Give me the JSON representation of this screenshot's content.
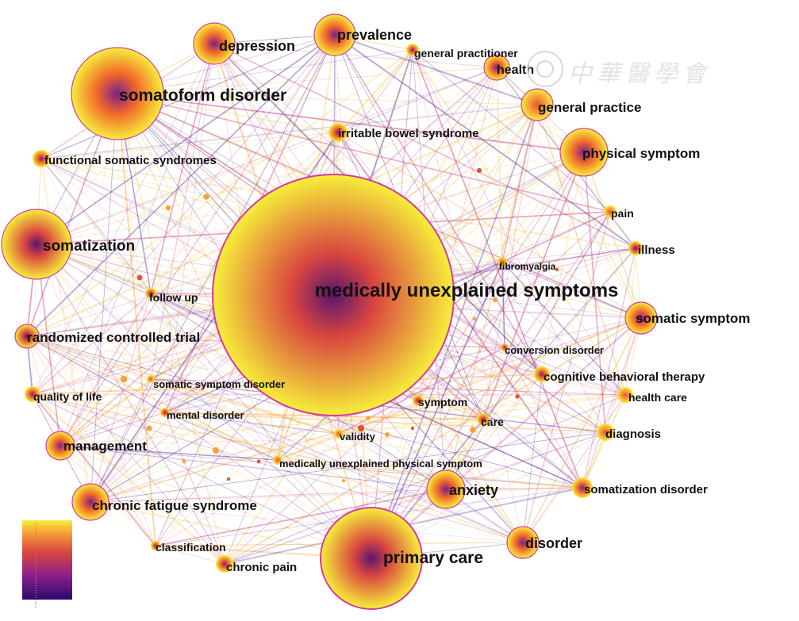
{
  "watermark": {
    "text": "中華醫學會"
  },
  "colors": {
    "edge_low": "#4b1a9a",
    "edge_mid": "#c0307a",
    "edge_high": "#f7a33a",
    "node_core": "#7a1f8a",
    "node_mid": "#f26a2a",
    "node_outer": "#f6ef3a",
    "node_ring": "#d63aa0"
  },
  "legend": {
    "type": "color-gradient",
    "from": "#2b0a6b",
    "via": "#d9463f",
    "to": "#f6ef3a"
  },
  "nodes": [
    {
      "label": "medically unexplained symptoms",
      "weight": 1.0,
      "tone": 0.15
    },
    {
      "label": "somatoform disorder",
      "weight": 0.42,
      "tone": 0.45
    },
    {
      "label": "somatization",
      "weight": 0.36,
      "tone": 0.2
    },
    {
      "label": "primary care",
      "weight": 0.4,
      "tone": 0.15
    },
    {
      "label": "depression",
      "weight": 0.22,
      "tone": 0.35
    },
    {
      "label": "prevalence",
      "weight": 0.22,
      "tone": 0.35
    },
    {
      "label": "general practitioner",
      "weight": 0.08,
      "tone": 0.5
    },
    {
      "label": "health",
      "weight": 0.12,
      "tone": 0.45
    },
    {
      "label": "general practice",
      "weight": 0.15,
      "tone": 0.6
    },
    {
      "label": "irritable bowel syndrome",
      "weight": 0.1,
      "tone": 0.5
    },
    {
      "label": "functional somatic syndromes",
      "weight": 0.09,
      "tone": 0.55
    },
    {
      "label": "physical symptom",
      "weight": 0.22,
      "tone": 0.55
    },
    {
      "label": "pain",
      "weight": 0.08,
      "tone": 0.6
    },
    {
      "label": "illness",
      "weight": 0.08,
      "tone": 0.25
    },
    {
      "label": "fibromyalgia",
      "weight": 0.05,
      "tone": 0.6
    },
    {
      "label": "follow up",
      "weight": 0.06,
      "tone": 0.5
    },
    {
      "label": "somatic symptom",
      "weight": 0.17,
      "tone": 0.3
    },
    {
      "label": "randomized controlled trial",
      "weight": 0.14,
      "tone": 0.25
    },
    {
      "label": "conversion disorder",
      "weight": 0.05,
      "tone": 0.5
    },
    {
      "label": "cognitive behavioral therapy",
      "weight": 0.09,
      "tone": 0.5
    },
    {
      "label": "somatic symptom disorder",
      "weight": 0.04,
      "tone": 0.8
    },
    {
      "label": "quality of life",
      "weight": 0.09,
      "tone": 0.55
    },
    {
      "label": "health care",
      "weight": 0.09,
      "tone": 0.6
    },
    {
      "label": "symptom",
      "weight": 0.06,
      "tone": 0.5
    },
    {
      "label": "mental disorder",
      "weight": 0.05,
      "tone": 0.5
    },
    {
      "label": "care",
      "weight": 0.07,
      "tone": 0.55
    },
    {
      "label": "diagnosis",
      "weight": 0.09,
      "tone": 0.6
    },
    {
      "label": "validity",
      "weight": 0.05,
      "tone": 0.7
    },
    {
      "label": "management",
      "weight": 0.15,
      "tone": 0.45
    },
    {
      "label": "medically unexplained physical symptom",
      "weight": 0.05,
      "tone": 0.6
    },
    {
      "label": "anxiety",
      "weight": 0.2,
      "tone": 0.45
    },
    {
      "label": "somatization disorder",
      "weight": 0.11,
      "tone": 0.3
    },
    {
      "label": "chronic fatigue syndrome",
      "weight": 0.17,
      "tone": 0.45
    },
    {
      "label": "disorder",
      "weight": 0.17,
      "tone": 0.5
    },
    {
      "label": "classification",
      "weight": 0.05,
      "tone": 0.55
    },
    {
      "label": "chronic pain",
      "weight": 0.11,
      "tone": 0.55
    }
  ]
}
